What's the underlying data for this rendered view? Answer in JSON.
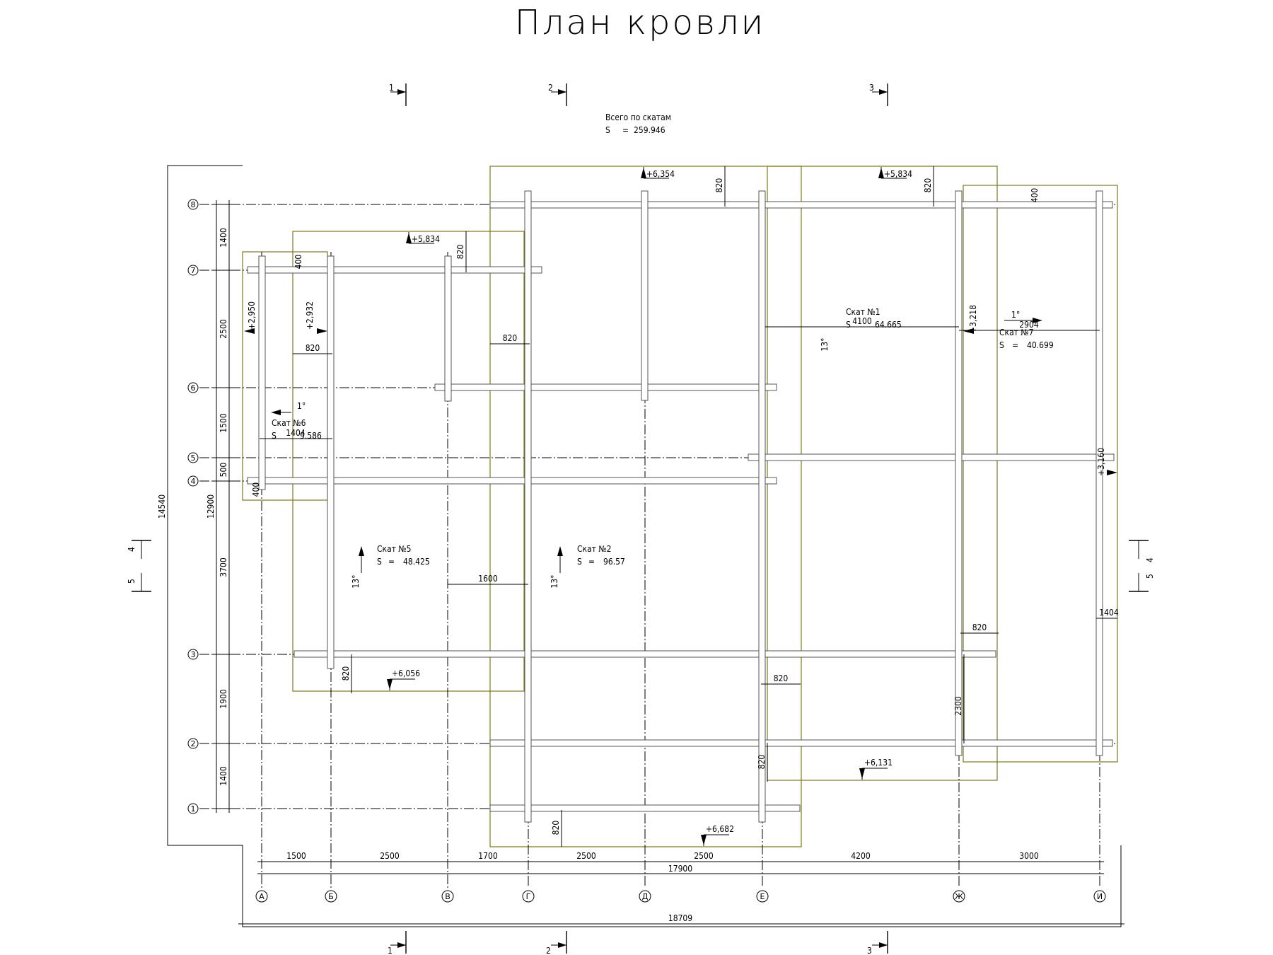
{
  "title": "План кровли",
  "summary": {
    "heading": "Всего по скатам",
    "area_label": "S",
    "area_value": "259.946"
  },
  "section_marks": {
    "top": [
      "1",
      "2",
      "3"
    ],
    "bottom": [
      "1",
      "2",
      "3"
    ],
    "side": [
      "4",
      "5"
    ]
  },
  "axes": {
    "rows": [
      "8",
      "7",
      "6",
      "5",
      "4",
      "3",
      "2",
      "1"
    ],
    "columns": [
      "А",
      "Б",
      "В",
      "Г",
      "Д",
      "Е",
      "Ж",
      "И"
    ]
  },
  "dimensions": {
    "left_chain": [
      "1400",
      "2500",
      "1500",
      "500",
      "3700",
      "1900",
      "1400"
    ],
    "left_total": "12900",
    "left_overall": "14540",
    "bottom_chain": [
      "1500",
      "2500",
      "1700",
      "2500",
      "2500",
      "4200",
      "3000"
    ],
    "bottom_total": "17900",
    "bottom_overall": "18709",
    "inner": {
      "820_a": "820",
      "820_b": "820",
      "820_c": "820",
      "820_d": "820",
      "820_e": "820",
      "820_f": "820",
      "820_g": "820",
      "820_h": "820",
      "820_i": "820",
      "820_j": "820",
      "400_a": "400",
      "400_b": "400",
      "400_c": "400",
      "1404_a": "1404",
      "1404_b": "1404",
      "1600": "1600",
      "4100": "4100",
      "2904": "2904",
      "2300": "2300"
    }
  },
  "slopes": [
    {
      "name": "Скат №1",
      "s_label": "S",
      "area": "64.665",
      "angle": "13°"
    },
    {
      "name": "Скат №2",
      "s_label": "S",
      "area": "96.57",
      "angle": "13°"
    },
    {
      "name": "Скат №5",
      "s_label": "S",
      "area": "48.425",
      "angle": "13°"
    },
    {
      "name": "Скат №6",
      "s_label": "S",
      "area": "9.586",
      "angle": "1°"
    },
    {
      "name": "Скат №7",
      "s_label": "S",
      "area": "40.699",
      "angle": "1°"
    }
  ],
  "elevations": [
    "+6,354",
    "+5,834",
    "+5,834",
    "+2,950",
    "+2,932",
    "+3,218",
    "+3,160",
    "+6,056",
    "+6,131",
    "+6,682"
  ]
}
